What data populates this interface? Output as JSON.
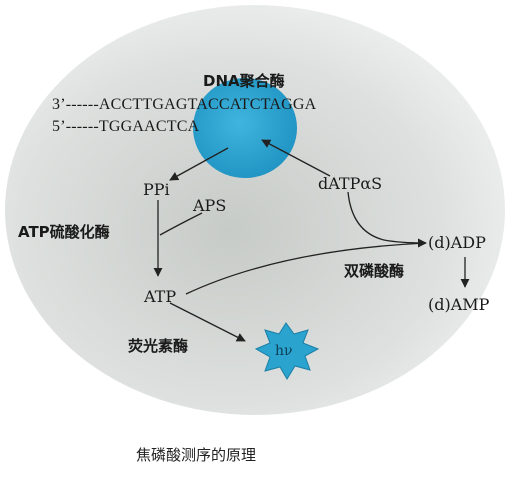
{
  "diagram": {
    "enzyme_dna_polymerase": "DNA聚合酶",
    "template_strand": "3’------ACCTTGAGTACCATCTAGGA",
    "primer_strand": "5’------TGGAACTCA",
    "ppi": "PPi",
    "aps": "APS",
    "datp_alpha_s": "dATPαS",
    "enzyme_atp_sulfurylase": "ATP硫酸化酶",
    "atp": "ATP",
    "dadp": "(d)ADP",
    "enzyme_apyrase": "双磷酸酶",
    "damp": "(d)AMP",
    "enzyme_luciferase": "荧光素酶",
    "light": "hν"
  },
  "caption": "焦磷酸测序的原理",
  "colors": {
    "background_blob": "#d8dcd9",
    "polymerase_fill": "#2aa3cf",
    "text": "#1a1a1a",
    "arrow": "#222222",
    "light_burst": "#2aa3cf"
  }
}
